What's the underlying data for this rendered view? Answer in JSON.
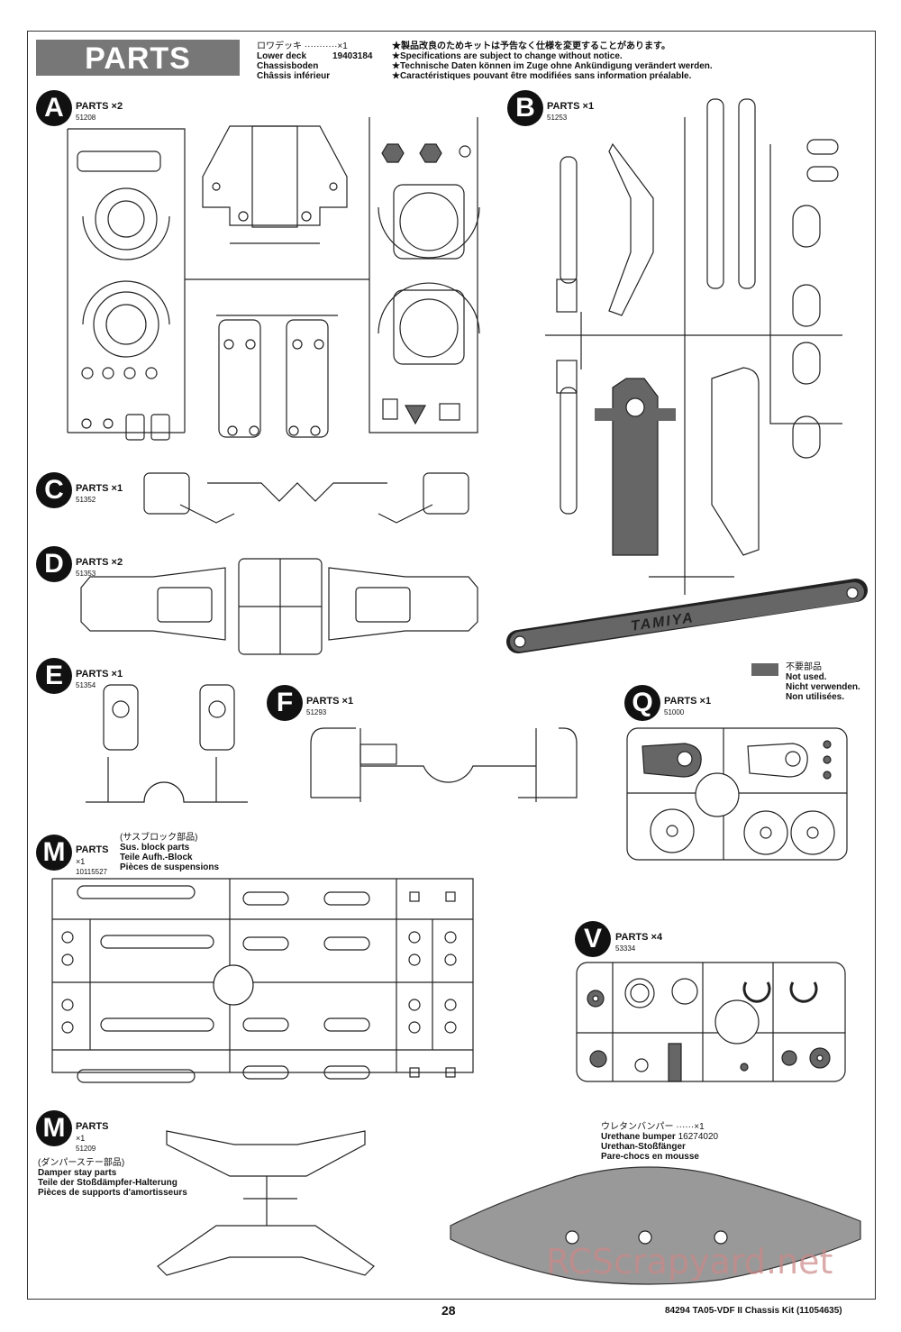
{
  "header": {
    "title": "PARTS"
  },
  "lower_deck": {
    "jp": "ロワデッキ ···········×1",
    "en": "Lower deck",
    "part_no": "19403184",
    "de": "Chassisboden",
    "fr": "Châssis inférieur"
  },
  "notice": {
    "jp": "★製品改良のためキットは予告なく仕様を変更することがあります。",
    "en": "★Specifications are subject to change without notice.",
    "de": "★Technische Daten können im Zuge ohne Ankündigung verändert werden.",
    "fr": "★Caractéristiques pouvant être modifiées sans information préalable."
  },
  "parts": [
    {
      "letter": "A",
      "label": "PARTS ×2",
      "number": "51208"
    },
    {
      "letter": "B",
      "label": "PARTS ×1",
      "number": "51253"
    },
    {
      "letter": "C",
      "label": "PARTS ×1",
      "number": "51352"
    },
    {
      "letter": "D",
      "label": "PARTS ×2",
      "number": "51353"
    },
    {
      "letter": "E",
      "label": "PARTS ×1",
      "number": "51354"
    },
    {
      "letter": "F",
      "label": "PARTS ×1",
      "number": "51293"
    },
    {
      "letter": "Q",
      "label": "PARTS ×1",
      "number": "51000"
    },
    {
      "letter": "M",
      "label": "PARTS",
      "qty": "×1",
      "number": "10115527"
    },
    {
      "letter": "V",
      "label": "PARTS ×4",
      "number": "53334"
    },
    {
      "letter": "M",
      "label": "PARTS",
      "qty": "×1",
      "number": "51209"
    }
  ],
  "sus_block": {
    "jp": "(サスブロック部品)",
    "en": "Sus. block parts",
    "de": "Teile Aufh.-Block",
    "fr": "Pièces de suspensions"
  },
  "damper_stay": {
    "jp": "(ダンパーステー部品)",
    "en": "Damper stay parts",
    "de": "Teile der Stoßdämpfer-Halterung",
    "fr": "Pièces de supports d'amortisseurs"
  },
  "legend": {
    "jp": "不要部品",
    "en": "Not used.",
    "de": "Nicht verwenden.",
    "fr": "Non utilisées.",
    "color": "#666666"
  },
  "bumper": {
    "jp": "ウレタンバンパー ······×1",
    "en": "Urethane bumper",
    "part_no": "16274020",
    "de": "Urethan-Stoßfänger",
    "fr": "Pare-chocs en mousse"
  },
  "logo_text": "TAMIYA",
  "watermark": "RCScrapyard.net",
  "footer": {
    "page": "28",
    "kit": "84294 TA05-VDF II Chassis Kit (11054635)"
  }
}
